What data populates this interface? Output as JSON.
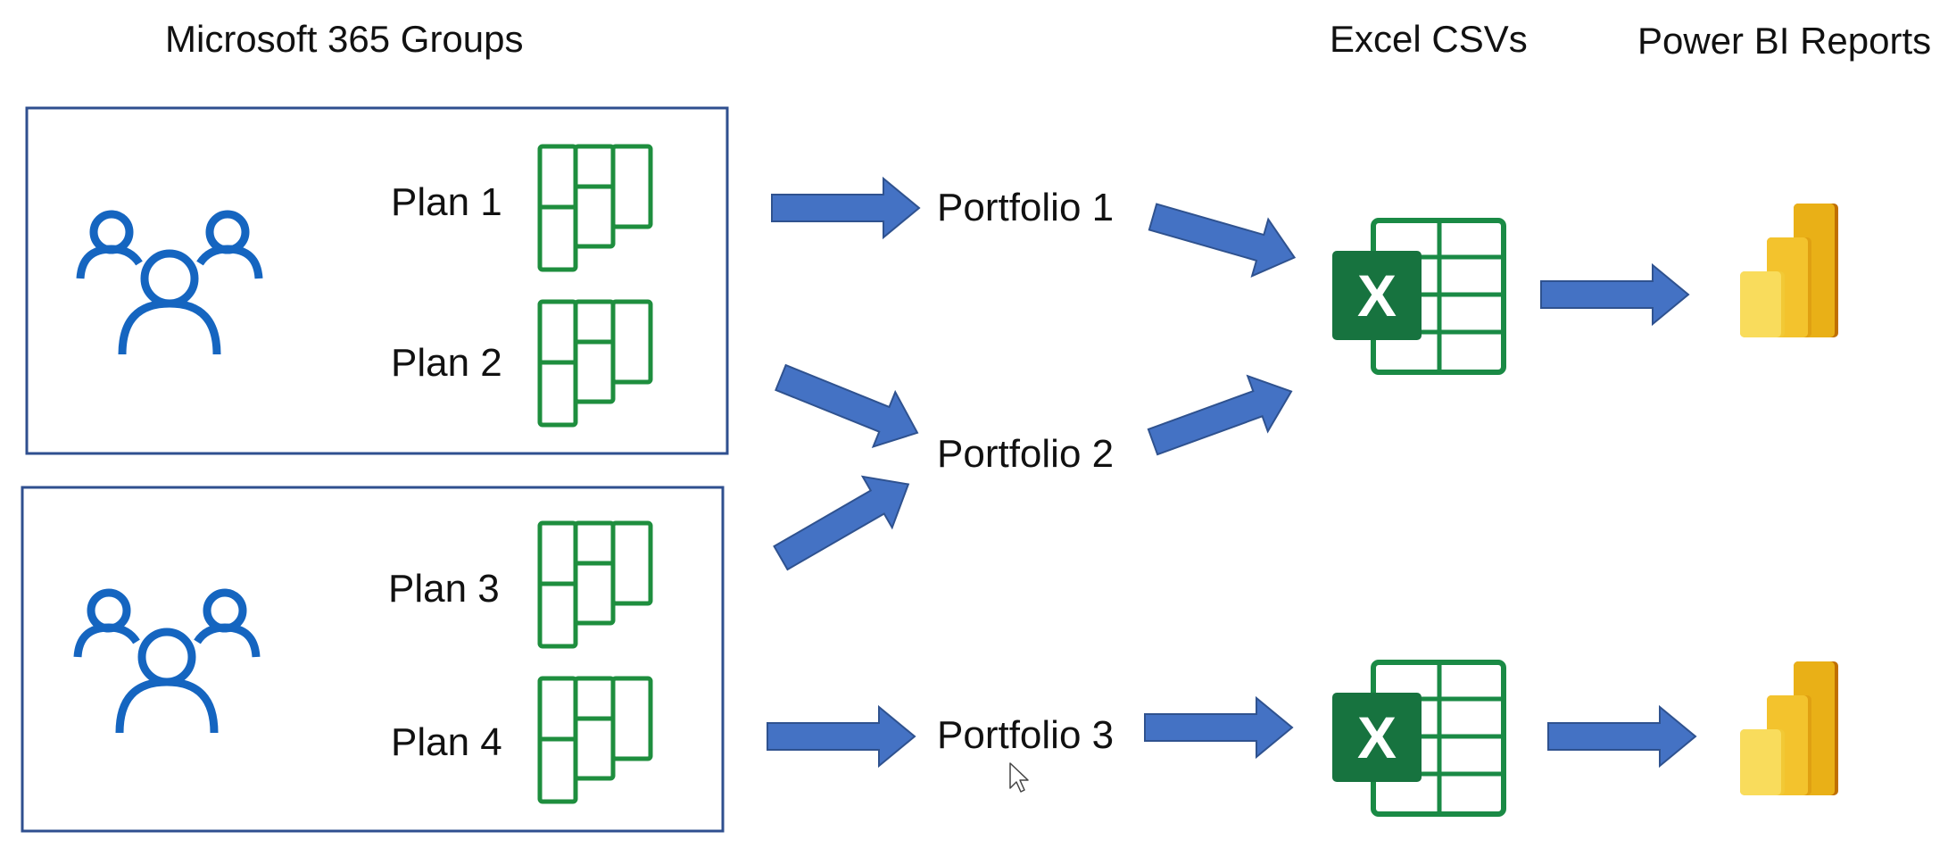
{
  "headers": {
    "groups": "Microsoft 365 Groups",
    "excel": "Excel CSVs",
    "powerbi": "Power BI Reports"
  },
  "groups": [
    {
      "plans": [
        {
          "label": "Plan 1"
        },
        {
          "label": "Plan 2"
        }
      ]
    },
    {
      "plans": [
        {
          "label": "Plan 3"
        },
        {
          "label": "Plan 4"
        }
      ]
    }
  ],
  "portfolios": [
    {
      "label": "Portfolio 1"
    },
    {
      "label": "Portfolio 2"
    },
    {
      "label": "Portfolio 3"
    }
  ],
  "excel_icon_letter": "X",
  "icons": {
    "group": "people-group-icon",
    "planner": "planner-board-icon",
    "excel": "excel-icon",
    "powerbi": "power-bi-icon",
    "arrow": "arrow-icon",
    "cursor": "mouse-cursor-icon"
  },
  "colors": {
    "group_icon": "#1565c0",
    "planner_icon": "#1e8e3e",
    "excel_dark": "#17733f",
    "excel_grid": "#1a8a45",
    "arrow_fill": "#4472c4",
    "arrow_stroke": "#2f528f",
    "box_border": "#2f4f8f",
    "pbi_light": "#f7d447",
    "pbi_mid": "#e9b017",
    "pbi_dark": "#c06f00"
  }
}
